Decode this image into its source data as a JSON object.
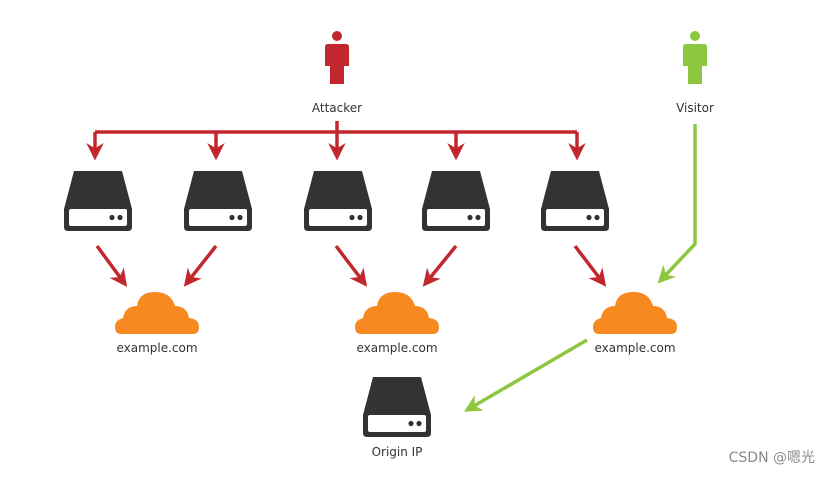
{
  "attacker": {
    "label": "Attacker",
    "color": "#c1272d"
  },
  "visitor": {
    "label": "Visitor",
    "color": "#8dc63f"
  },
  "servers": {
    "color": "#333333",
    "count": 5
  },
  "clouds": {
    "color": "#f6891f",
    "items": [
      {
        "label": "example.com"
      },
      {
        "label": "example.com"
      },
      {
        "label": "example.com"
      }
    ]
  },
  "origin": {
    "label": "Origin IP"
  },
  "watermark": "CSDN @嗯光"
}
